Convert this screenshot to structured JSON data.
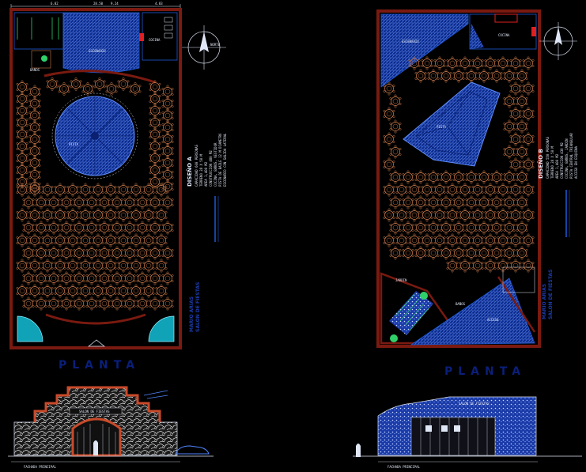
{
  "plan_a": {
    "dims": [
      "28.50",
      "6.82",
      "9.24",
      "4.83"
    ],
    "labels": {
      "escenario": "ESCENARIO",
      "cocina": "COCINA",
      "banos": "BAÑOS",
      "pista": "PISTA"
    },
    "title": "PLANTA",
    "north": "NORTE",
    "design": "DISEÑO A",
    "spec_lines": [
      "CAPACIDAD 600 PERSONAS",
      "TERRENO 28 X 50 M",
      "AREA 1,400 M2",
      "CONSTRUCCION 480 M2",
      "COCINA, BAÑOS, VESTIDOR",
      "PISTA DE BAILE 12 M DIAMETRO",
      "ESCENARIO CON SALIDA LATERAL"
    ],
    "side_title": "SALON DE FIESTAS",
    "side_sub": "MARIO ARIAS",
    "elevation_sign": "SALON DE FIESTAS",
    "elevation_label": "FACHADA PRINCIPAL"
  },
  "plan_b": {
    "labels": {
      "escenario": "ESCENARIO",
      "cocina": "COCINA",
      "pista": "PISTA",
      "jardin": "JARDIN",
      "banos": "BAÑOS",
      "acceso": "ACCESO"
    },
    "title": "PLANTA",
    "design": "DISEÑO B",
    "spec_lines": [
      "CAPACIDAD 550 PERSONAS",
      "TERRENO 28 X 50 M",
      "AREA 1,400 M2",
      "CONSTRUCCION 430 M2",
      "COCINA, BAÑOS, JARDIN",
      "PISTA CENTRAL TRIANGULAR",
      "ACCESO EN ESQUINA"
    ],
    "side_title": "SALON DE FIESTAS",
    "side_sub": "MARIO ARIAS",
    "elevation_sign": "SALON DE FIESTAS",
    "elevation_label": "FACHADA PRINCIPAL"
  },
  "colors": {
    "wall": "#7a1a10",
    "table": "#c8794a",
    "water": "#1c5bd6",
    "hatch": "#2a4fbf",
    "text": "#dfe6f5",
    "title": "#0a1f7a"
  }
}
